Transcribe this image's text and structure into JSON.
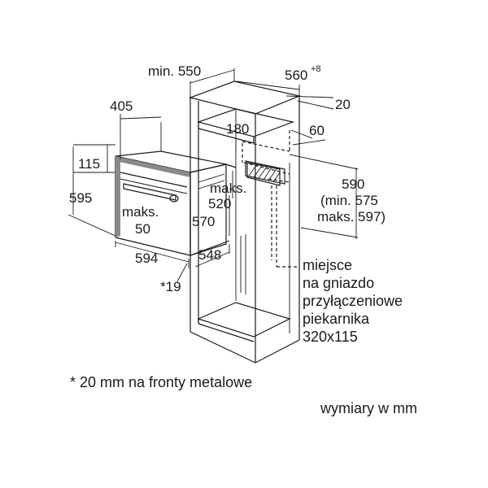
{
  "dimensions": {
    "cabinet_depth_min": "min. 550",
    "cabinet_width": "560",
    "cabinet_width_tolerance": "+8",
    "top_gap": "20",
    "oven_depth_top": "405",
    "top_offset": "115",
    "oven_height": "595",
    "max_label_1": "maks.",
    "max_value_1": "50",
    "oven_width": "594",
    "footnote_ref": "*19",
    "max_label_2": "maks.",
    "max_value_2": "520",
    "inner_depth": "570",
    "body_depth": "548",
    "inner_offset": "180",
    "socket_offset": "60",
    "niche_height": "590",
    "niche_height_min": "(min. 575",
    "niche_height_max": "maks. 597)"
  },
  "socket_note": [
    "miejsce",
    "na gniazdo",
    "przyłączeniowe",
    "piekarnika",
    "320x115"
  ],
  "footnote": "* 20 mm na fronty metalowe",
  "units_note": "wymiary w mm"
}
